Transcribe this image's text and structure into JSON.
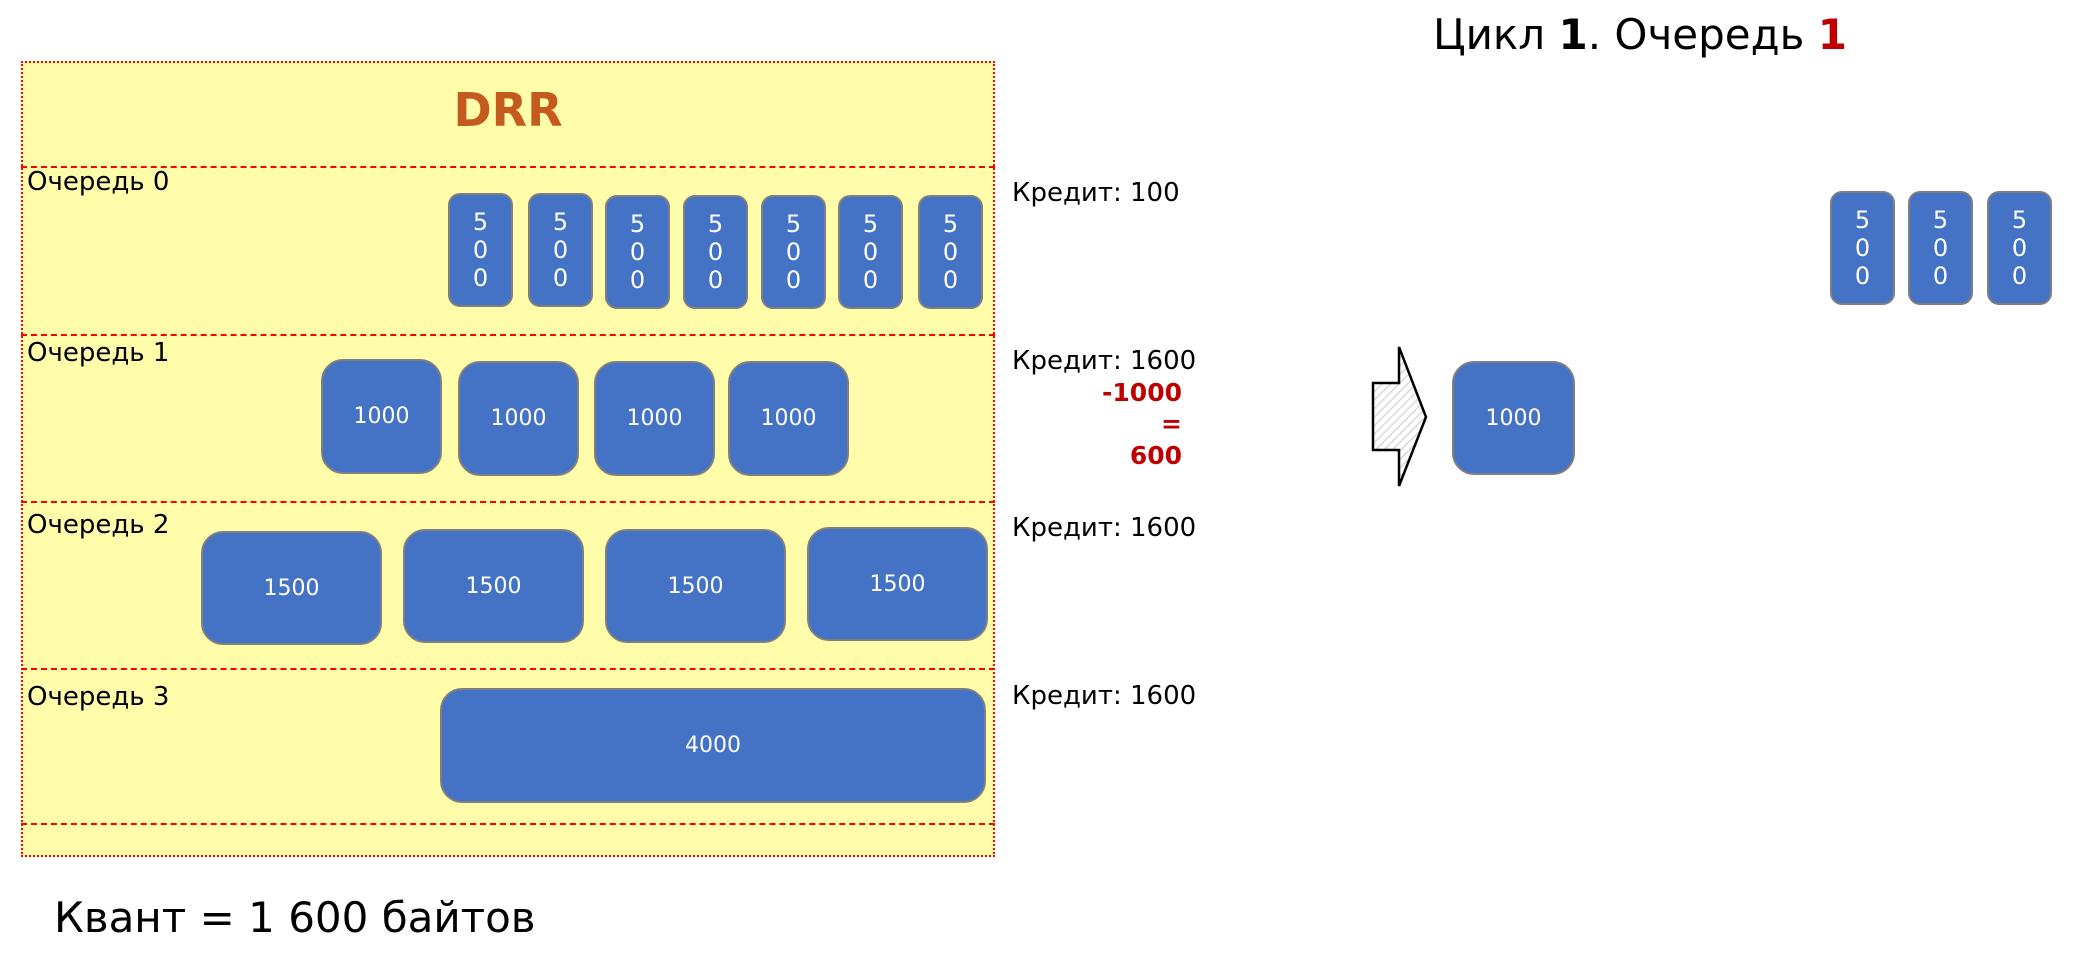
{
  "title": {
    "prefix": "Цикл ",
    "cycle_number": "1",
    "middle": ". Очередь ",
    "queue_number": "1"
  },
  "drr": {
    "label": "DRR",
    "queues": [
      {
        "label": "Очередь 0",
        "credit": "Кредит: 100",
        "packets": [
          "500",
          "500",
          "500",
          "500",
          "500",
          "500",
          "500"
        ]
      },
      {
        "label": "Очередь 1",
        "credit": "Кредит: 1600",
        "packets": [
          "1000",
          "1000",
          "1000",
          "1000"
        ],
        "calc": {
          "minus": "-1000",
          "equals": "=",
          "result": "600"
        }
      },
      {
        "label": "Очередь 2",
        "credit": "Кредит: 1600",
        "packets": [
          "1500",
          "1500",
          "1500",
          "1500"
        ]
      },
      {
        "label": "Очередь 3",
        "credit": "Кредит: 1600",
        "packets": [
          "4000"
        ]
      }
    ]
  },
  "output": {
    "current_packet": "1000",
    "sent_packets": [
      "500",
      "500",
      "500"
    ]
  },
  "quantum": "Квант = 1 600 байтов",
  "colors": {
    "packet": "#4472C4",
    "queue_background": "#FFFCAA",
    "separator": "#FF0000",
    "drr_title": "#C55A1E",
    "highlight": "#C00000"
  }
}
